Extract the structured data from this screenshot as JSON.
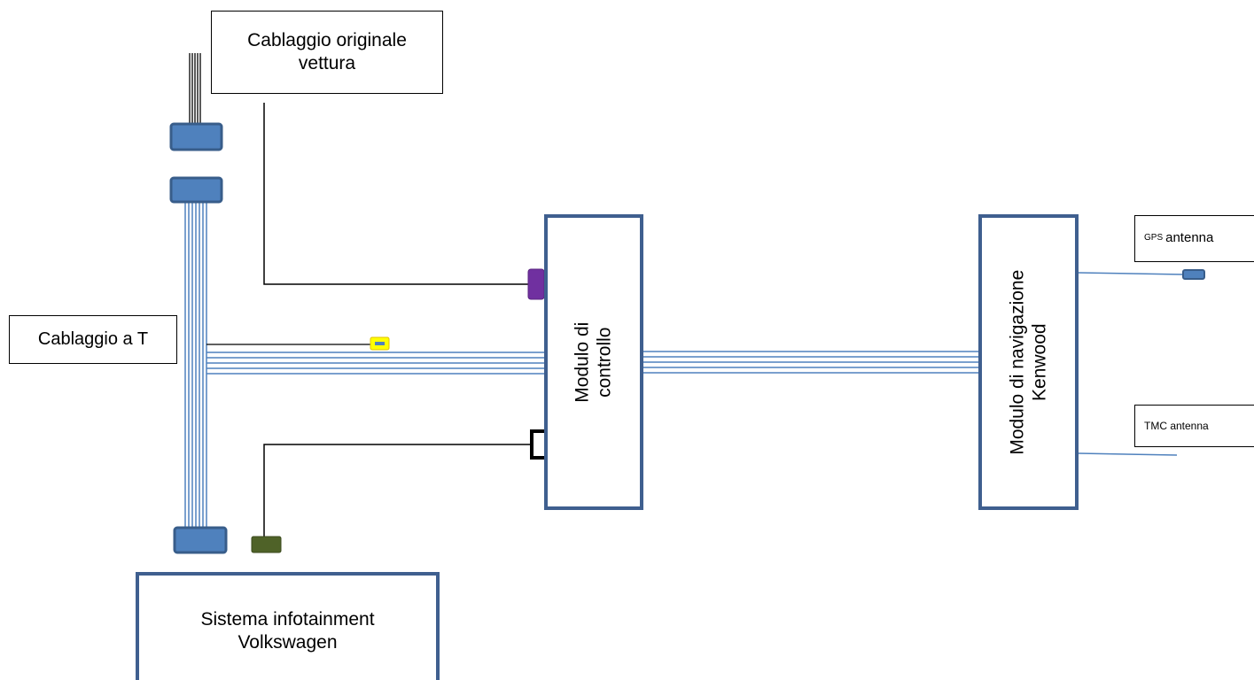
{
  "boxes": {
    "harness_original": [
      "Cablaggio originale",
      "vettura"
    ],
    "harness_t": "Cablaggio a T",
    "infotainment": [
      "Sistema infotainment",
      "Volkswagen"
    ],
    "control_module": [
      "Modulo di",
      "controllo"
    ],
    "nav_module": [
      "Modulo di navigazione",
      "Kenwood"
    ],
    "gps_antenna": {
      "prefix": "GPS",
      "label": "antenna"
    },
    "tmc_antenna": "TMC antenna"
  },
  "colors": {
    "bus_wire": "#4f81bd",
    "signal_wire": "#000000",
    "connector_blue": "#4f81bd",
    "connector_border": "#385d8a",
    "connector_purple": "#7030a0",
    "connector_yellow": "#ffff00",
    "connector_green": "#4f6228",
    "module_border": "#3f5f8f"
  }
}
